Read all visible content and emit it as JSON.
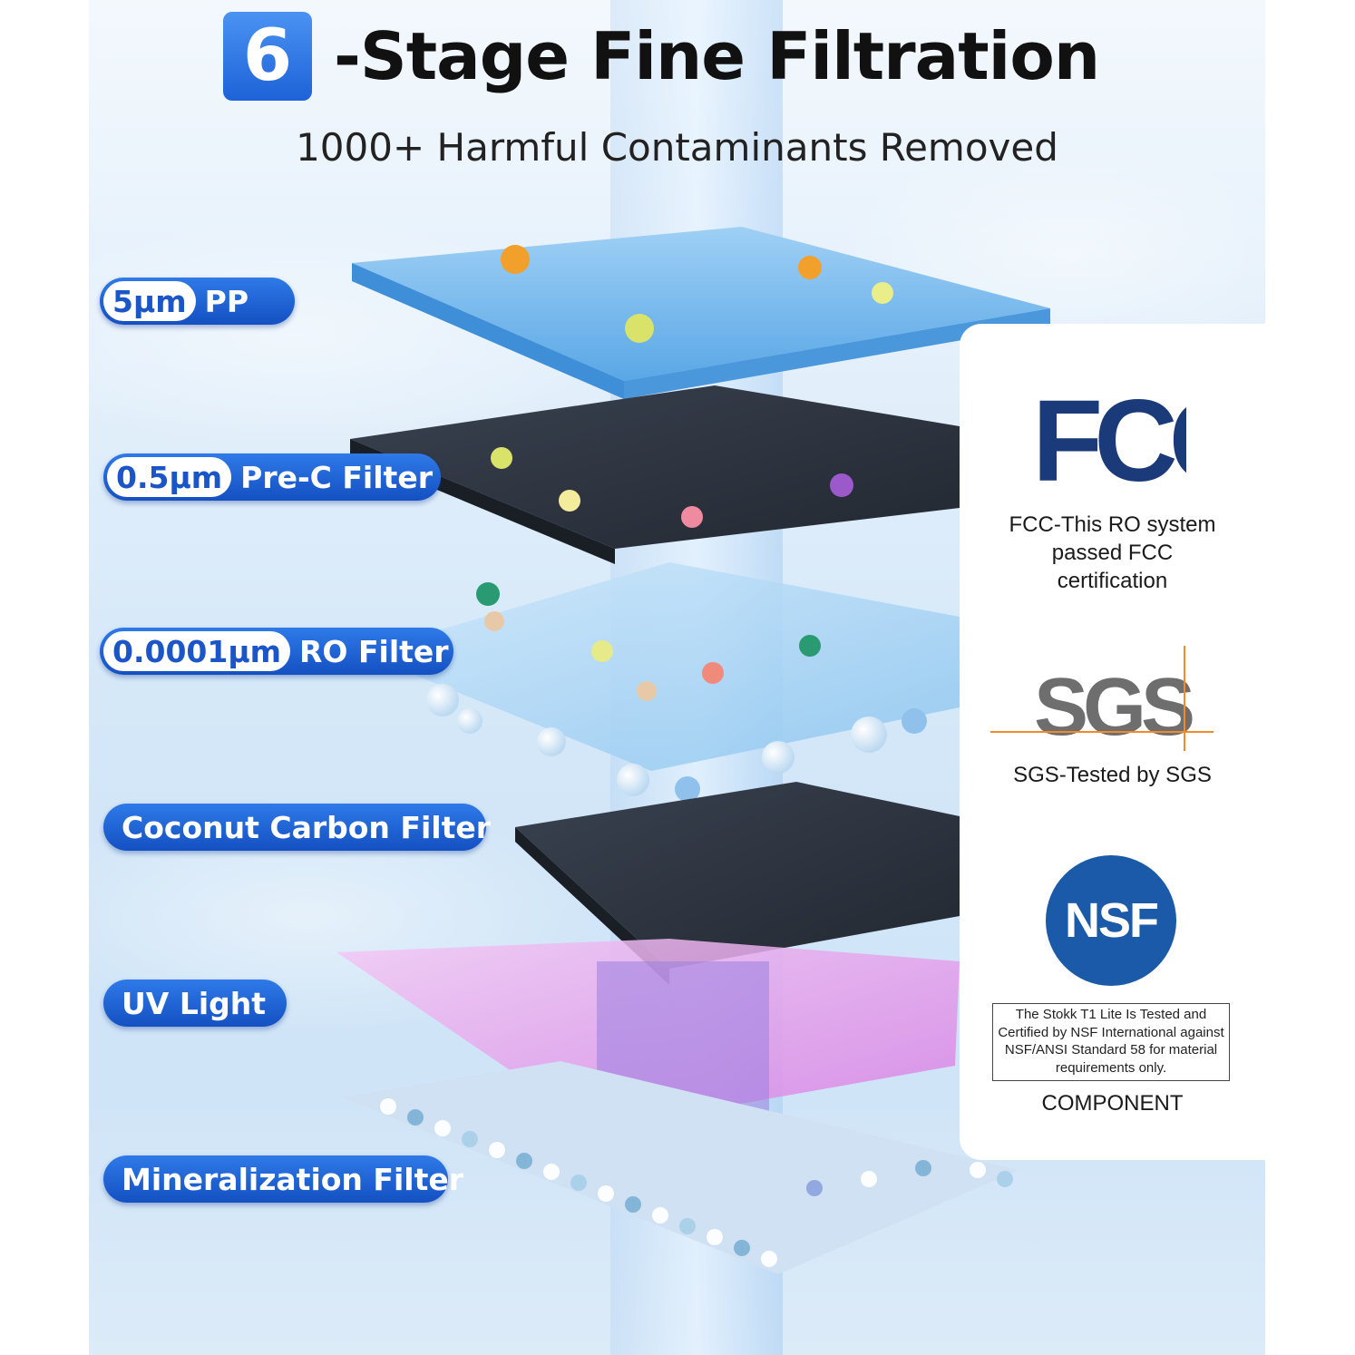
{
  "header": {
    "number": "6",
    "title": "-Stage Fine Filtration",
    "subtitle": "1000+ Harmful Contaminants Removed"
  },
  "stages": [
    {
      "pill": "5μm",
      "label": "PP"
    },
    {
      "pill": "0.5μm",
      "label": "Pre-C Filter"
    },
    {
      "pill": "0.0001μm",
      "label": "RO Filter"
    },
    {
      "pill": "",
      "label": "Coconut Carbon Filter"
    },
    {
      "pill": "",
      "label": "UV Light"
    },
    {
      "pill": "",
      "label": "Mineralization Filter"
    }
  ],
  "certifications": {
    "fcc": {
      "logo_text": "FCC",
      "caption": "FCC-This RO system passed FCC certification"
    },
    "sgs": {
      "logo_text": "SGS",
      "caption": "SGS-Tested by SGS"
    },
    "nsf": {
      "logo_text": "NSF",
      "statement": "The Stokk T1 Lite Is Tested and Certified by NSF International against NSF/ANSI Standard 58 for material requirements only.",
      "caption": "COMPONENT"
    }
  },
  "colors": {
    "accent_blue": "#1f63d6",
    "fcc_navy": "#1a3a7a",
    "sgs_gray": "#6e6e6e",
    "sgs_orange": "#f08a2a",
    "nsf_blue": "#1b5aa8"
  }
}
